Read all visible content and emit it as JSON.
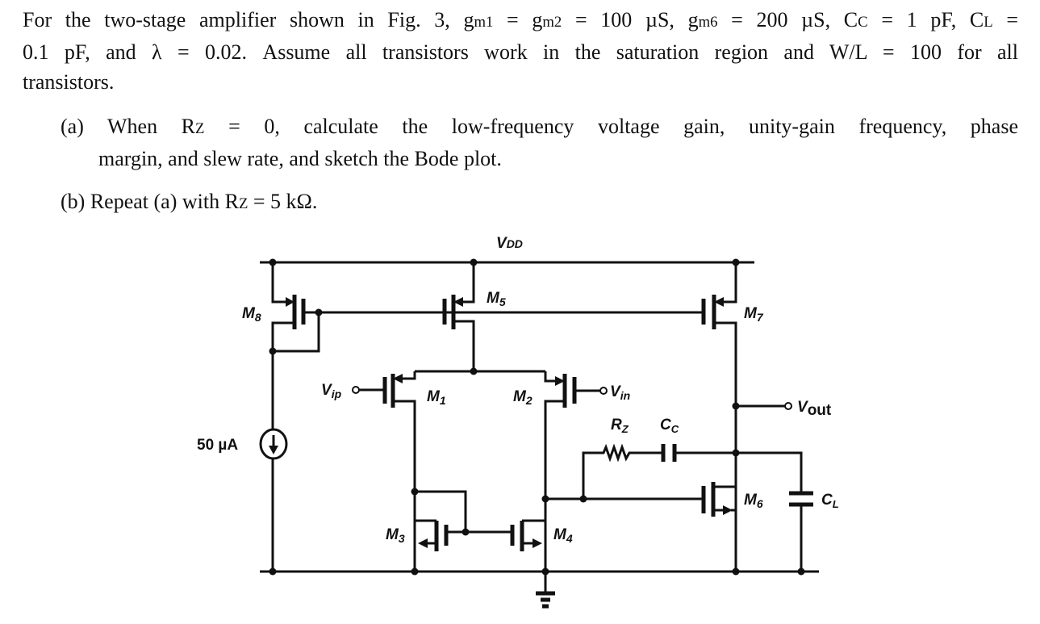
{
  "problem": {
    "intro_lines": [
      [
        {
          "t": "For the two-stage amplifier shown in Fig. 3, g"
        },
        {
          "t": "m1",
          "sub": true
        },
        {
          "t": " = g"
        },
        {
          "t": "m2",
          "sub": true
        },
        {
          "t": " = 100 µS, g"
        },
        {
          "t": "m6",
          "sub": true
        },
        {
          "t": " = 200 µS, C"
        },
        {
          "t": "C",
          "sub": true
        },
        {
          "t": " = 1 pF, C"
        },
        {
          "t": "L",
          "sub": true
        },
        {
          "t": " ="
        }
      ],
      [
        {
          "t": "0.1 pF, and λ = 0.02. Assume all transistors work in the saturation region and W/L = 100 for all"
        }
      ],
      [
        {
          "t": "transistors."
        }
      ]
    ],
    "part_a_lines": [
      [
        {
          "t": "(a) When R"
        },
        {
          "t": "Z",
          "sub": true
        },
        {
          "t": " = 0, calculate the low-frequency voltage gain, unity-gain frequency, phase"
        }
      ],
      [
        {
          "t": "margin, and slew rate, and sketch the Bode plot."
        }
      ]
    ],
    "part_b_lines": [
      [
        {
          "t": "(b) Repeat (a) with R"
        },
        {
          "t": "Z",
          "sub": true
        },
        {
          "t": " = 5 kΩ."
        }
      ]
    ]
  },
  "circuit": {
    "vdd": {
      "main": "V",
      "sub": "DD"
    },
    "m5": {
      "main": "M",
      "sub": "5"
    },
    "m8": {
      "main": "M",
      "sub": "8"
    },
    "m7": {
      "main": "M",
      "sub": "7"
    },
    "vip": {
      "main": "V",
      "sub": "ip"
    },
    "m1": {
      "main": "M",
      "sub": "1"
    },
    "m2": {
      "main": "M",
      "sub": "2"
    },
    "vin": {
      "main": "V",
      "sub": "in"
    },
    "vout": {
      "main": "V",
      "sub": "out"
    },
    "rz": {
      "main": "R",
      "sub": "Z"
    },
    "cc": {
      "main": "C",
      "sub": "C"
    },
    "m6": {
      "main": "M",
      "sub": "6"
    },
    "cl": {
      "main": "C",
      "sub": "L"
    },
    "m3": {
      "main": "M",
      "sub": "3"
    },
    "m4": {
      "main": "M",
      "sub": "4"
    },
    "current_source": "50 µA"
  }
}
